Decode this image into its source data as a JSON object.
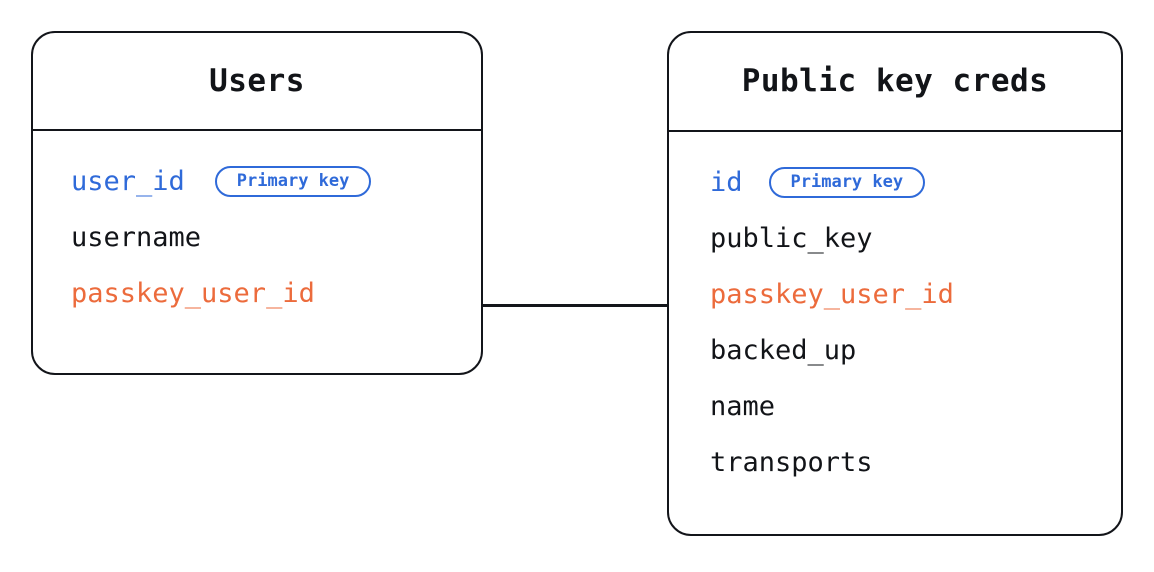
{
  "diagram": {
    "type": "entity-relationship-diagram",
    "background_color": "#ffffff",
    "border_color": "#13151a",
    "primary_key_color": "#2f6ad9",
    "foreign_key_color": "#ec6b3c",
    "text_color": "#121418"
  },
  "entities": [
    {
      "id": "users",
      "title": "Users",
      "fields": [
        {
          "name": "user_id",
          "role": "primary",
          "badge": "Primary key"
        },
        {
          "name": "username",
          "role": "plain",
          "badge": null
        },
        {
          "name": "passkey_user_id",
          "role": "foreign",
          "badge": null
        }
      ]
    },
    {
      "id": "public_key_creds",
      "title": "Public key creds",
      "fields": [
        {
          "name": "id",
          "role": "primary",
          "badge": "Primary key"
        },
        {
          "name": "public_key",
          "role": "plain",
          "badge": null
        },
        {
          "name": "passkey_user_id",
          "role": "foreign",
          "badge": null
        },
        {
          "name": "backed_up",
          "role": "plain",
          "badge": null
        },
        {
          "name": "name",
          "role": "plain",
          "badge": null
        },
        {
          "name": "transports",
          "role": "plain",
          "badge": null
        }
      ]
    }
  ],
  "relationships": [
    {
      "from_entity": "users",
      "from_field": "passkey_user_id",
      "to_entity": "public_key_creds",
      "to_field": "passkey_user_id",
      "style": "solid-line",
      "color": "#13151a"
    }
  ]
}
